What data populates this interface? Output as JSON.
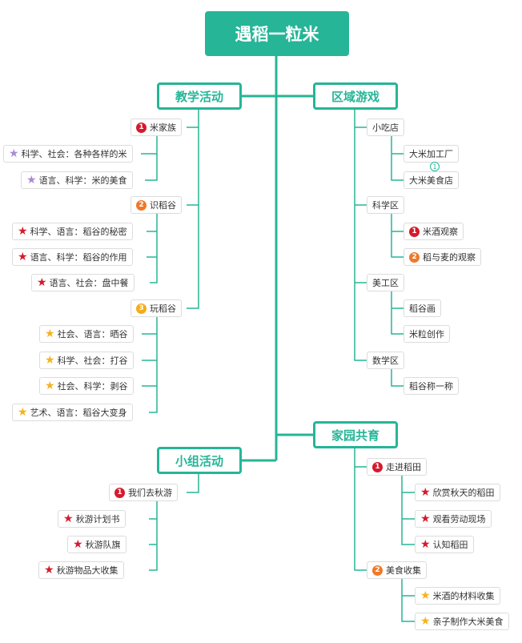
{
  "title": "遇稻一粒米",
  "branches": {
    "teaching": "教学活动",
    "area": "区域游戏",
    "group": "小组活动",
    "home": "家园共育"
  },
  "teaching": {
    "a": {
      "num": "1",
      "label": "米家族"
    },
    "a1": "科学、社会：各种各样的米",
    "a2": "语言、科学：米的美食",
    "b": {
      "num": "2",
      "label": "识稻谷"
    },
    "b1": "科学、语言：稻谷的秘密",
    "b2": "语言、科学：稻谷的作用",
    "b3": "语言、社会：盘中餐",
    "c": {
      "num": "3",
      "label": "玩稻谷"
    },
    "c1": "社会、语言：晒谷",
    "c2": "科学、社会：打谷",
    "c3": "社会、科学：剥谷",
    "c4": "艺术、语言：稻谷大变身"
  },
  "area": {
    "snack": "小吃店",
    "snack1": "大米加工厂",
    "snack2": "大米美食店",
    "snack_count": "1",
    "science": "科学区",
    "sci1": {
      "num": "1",
      "label": "米酒观察"
    },
    "sci2": {
      "num": "2",
      "label": "稻与麦的观察"
    },
    "art": "美工区",
    "art1": "稻谷画",
    "art2": "米粒创作",
    "math": "数学区",
    "math1": "稻谷称一称"
  },
  "group": {
    "a": {
      "num": "1",
      "label": "我们去秋游"
    },
    "a1": "秋游计划书",
    "a2": "秋游队旗",
    "a3": "秋游物品大收集"
  },
  "home": {
    "a": {
      "num": "1",
      "label": "走进稻田"
    },
    "a1": "欣赏秋天的稻田",
    "a2": "观看劳动现场",
    "a3": "认知稻田",
    "b": {
      "num": "2",
      "label": "美食收集"
    },
    "b1": "米酒的材料收集",
    "b2": "亲子制作大米美食"
  },
  "icons": {
    "star": "star-icon",
    "number": "number-badge"
  },
  "colors": {
    "teal": "#26b597",
    "red": "#d61a2c",
    "orange": "#f07828",
    "yellow": "#f5b31c",
    "purple": "#a98bd3"
  }
}
